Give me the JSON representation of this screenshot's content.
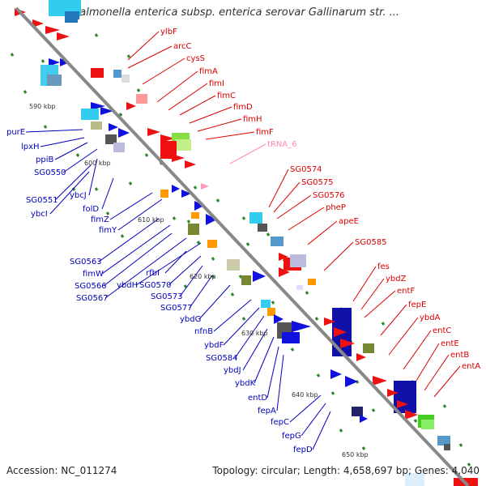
{
  "title": "Salmonella enterica subsp. enterica serovar Gallinarum str. ...",
  "footer": {
    "accession": "Accession: NC_011274",
    "topology": "Topology: circular; Length: 4,658,697 bp; Genes: 4,040"
  },
  "colors": {
    "backbone": "#888888",
    "forward_label": "#dd0000",
    "reverse_label": "#0000bb",
    "trna_label": "#ff88bb",
    "tick": "#2a8a2a"
  },
  "kbp_marks": [
    "590 kbp",
    "600 kbp",
    "610 kbp",
    "620 kbp",
    "630 kbp",
    "640 kbp",
    "650 kbp"
  ],
  "right_labels": [
    "ylbF",
    "arcC",
    "cysS",
    "fimA",
    "fimI",
    "fimC",
    "fimD",
    "fimH",
    "fimF",
    "tRNA_6",
    "SG0574",
    "SG0575",
    "SG0576",
    "pheP",
    "apeE",
    "SG0585",
    "fes",
    "ybdZ",
    "entF",
    "fepE",
    "ybdA",
    "entC",
    "entE",
    "entB",
    "entA"
  ],
  "left_labels": [
    "purE",
    "lpxH",
    "ppiB",
    "SG0550",
    "ybcJ",
    "folD",
    "SG0551",
    "ybcI",
    "fimZ",
    "fimY",
    "SG0563",
    "fimW",
    "SG0566",
    "SG0567",
    "ybdH",
    "rfbI",
    "SG0570",
    "SG0573",
    "SG0577",
    "ybdG",
    "nfnB",
    "ybdF",
    "SG0584",
    "ybdJ",
    "ybdK",
    "entD",
    "fepA",
    "fepC",
    "fepG",
    "fepD"
  ]
}
